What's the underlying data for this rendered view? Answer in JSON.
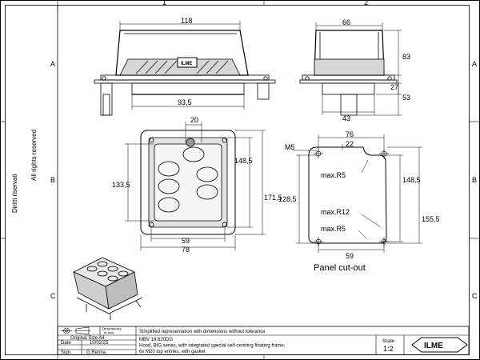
{
  "frame": {
    "col_labels": [
      "1",
      "2"
    ],
    "row_labels": [
      "A",
      "B",
      "C"
    ]
  },
  "side_notes": {
    "rights": "All rights reserved",
    "copyright": "Diritti riservati"
  },
  "top_view": {
    "width_top": "118",
    "width_bottom": "93,5",
    "logo": "ILME"
  },
  "side_view": {
    "width_top": "66",
    "height_83": "83",
    "height_27": "27",
    "height_53": "53",
    "width_bottom": "43"
  },
  "front_view": {
    "dim_20": "20",
    "dim_148_5": "148,5",
    "dim_133_5": "133,5",
    "dim_171_5": "171,5",
    "dim_59": "59",
    "dim_78": "78"
  },
  "cutout": {
    "dim_76": "76",
    "dim_22": "22",
    "thread": "M5",
    "dim_148_5": "148,5",
    "dim_128_5": "128,5",
    "dim_155_5": "155,5",
    "dim_59": "59",
    "radius_1": "max.R5",
    "radius_2": "max.R12",
    "radius_3": "max.R5",
    "caption": "Panel cut-out"
  },
  "title_block": {
    "note": "Simplified representation with dimensions without tolerance",
    "dimensions_label": "Dimensions",
    "units": "in mm",
    "original_size": "Original Size A4",
    "date_label": "Date",
    "date_value": "10/02/25",
    "sign_label": "Sign.",
    "sign_value": "G.Renna",
    "code": "MBV 16.620DG",
    "description_1": "Hood, BIG series, with integrated special self-centring floating frame,",
    "description_2": "6x M20 top entries, with gasket",
    "scale_label": "Scale",
    "scale_value": "1:2",
    "logo": "ILME"
  }
}
